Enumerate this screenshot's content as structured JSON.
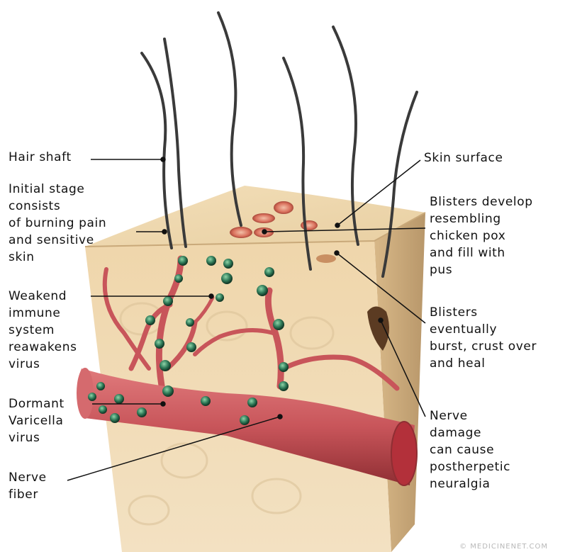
{
  "labels": {
    "hair_shaft": [
      "Hair shaft"
    ],
    "initial_stage": [
      "Initial stage",
      "consists",
      "of burning pain",
      "and sensitive",
      "skin"
    ],
    "weakend": [
      "Weakend",
      "immune",
      "system",
      "reawakens",
      "virus"
    ],
    "dormant": [
      "Dormant",
      "Varicella",
      "virus"
    ],
    "nerve_fiber": [
      "Nerve",
      "fiber"
    ],
    "skin_surface": [
      "Skin surface"
    ],
    "blisters_develop": [
      "Blisters develop",
      "resembling",
      "chicken pox",
      "and fill with",
      "pus"
    ],
    "blisters_burst": [
      "Blisters",
      "eventually",
      "burst, crust over",
      "and heal"
    ],
    "nerve_damage": [
      "Nerve",
      "damage",
      "can cause",
      "postherpetic",
      "neuralgia"
    ]
  },
  "credit": "© MEDICINENET.COM",
  "colors": {
    "skin": "#f0d9b0",
    "skin_dark": "#c9a97a",
    "nerve": "#c8555a",
    "nerve_dark": "#8f2e33",
    "virus": "#2f7a58",
    "blister": "#d9705c",
    "hair": "#3a3a3a",
    "leader": "#111111"
  }
}
